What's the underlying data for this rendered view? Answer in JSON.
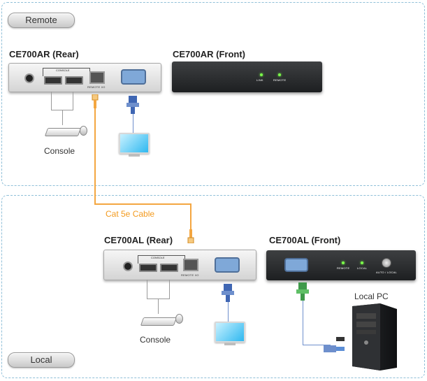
{
  "zones": {
    "remote_label": "Remote",
    "local_label": "Local"
  },
  "remote": {
    "rear_title": "CE700AR (Rear)",
    "front_title": "CE700AR (Front)",
    "rear_labels": {
      "console": "CONSOLE",
      "remote_io": "REMOTE I/O"
    },
    "front_labels": {
      "link": "LINK",
      "remote": "REMOTE"
    },
    "console_caption": "Console"
  },
  "cable": {
    "label": "Cat 5e Cable",
    "color": "#f4a640"
  },
  "local": {
    "rear_title": "CE700AL (Rear)",
    "front_title": "CE700AL (Front)",
    "rear_labels": {
      "console": "CONSOLE",
      "remote_io": "REMOTE I/O"
    },
    "front_labels": {
      "remote": "REMOTE",
      "local": "LOCAL",
      "auto_local": "AUTO / LOCAL"
    },
    "console_caption": "Console",
    "pc_caption": "Local PC"
  }
}
